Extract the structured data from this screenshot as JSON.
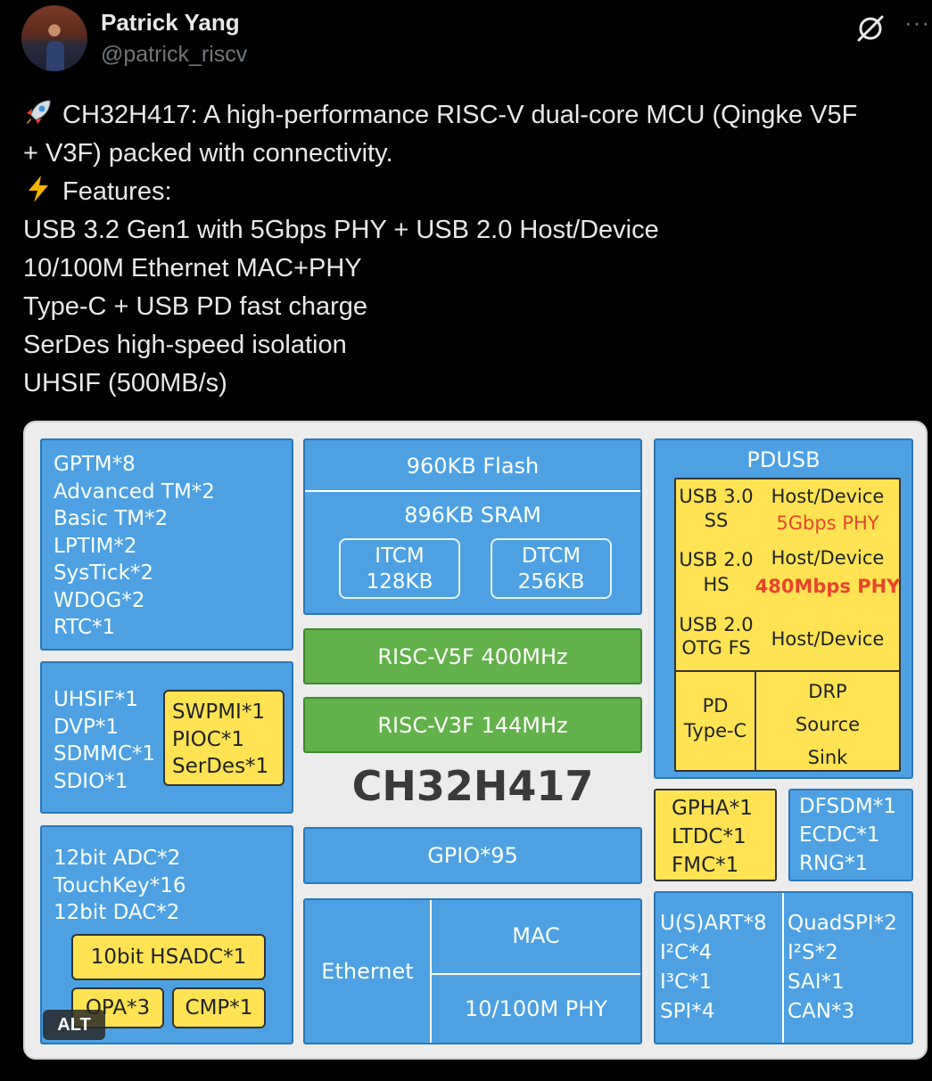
{
  "author": {
    "name": "Patrick Yang",
    "handle": "@patrick_riscv",
    "avatar_icon": "avatar-photo"
  },
  "header_icons": {
    "grok": "grok-icon",
    "more": "···"
  },
  "tweet": {
    "line1_emoji": "rocket-icon",
    "line1": "CH32H417: A high-performance RISC-V dual-core MCU (Qingke V5F",
    "line2": "+ V3F) packed with connectivity.",
    "line3_emoji": "lightning-icon",
    "line3": "Features:",
    "features": [
      "USB 3.2 Gen1 with 5Gbps PHY + USB 2.0 Host/Device",
      "10/100M Ethernet  MAC+PHY",
      "Type-C + USB PD fast charge",
      "SerDes high-speed isolation",
      "UHSIF (500MB/s)"
    ]
  },
  "diagram": {
    "chip_name": "CH32H417",
    "timers": [
      "GPTM*8",
      "Advanced TM*2",
      "Basic TM*2",
      "LPTIM*2",
      "SysTick*2",
      "WDOG*2",
      "RTC*1"
    ],
    "interfaces": [
      "UHSIF*1",
      "DVP*1",
      "SDMMC*1",
      "SDIO*1"
    ],
    "interfaces_yellow": [
      "SWPMI*1",
      "PIOC*1",
      "SerDes*1"
    ],
    "analog": [
      "12bit ADC*2",
      "TouchKey*16",
      "12bit DAC*2"
    ],
    "hsadc": "10bit HSADC*1",
    "opa": "OPA*3",
    "cmp": "CMP*1",
    "flash": "960KB Flash",
    "sram": "896KB SRAM",
    "itcm": [
      "ITCM",
      "128KB"
    ],
    "dtcm": [
      "DTCM",
      "256KB"
    ],
    "core1": "RISC-V5F 400MHz",
    "core2": "RISC-V3F 144MHz",
    "gpio": "GPIO*95",
    "ethernet": "Ethernet",
    "mac": "MAC",
    "phy": "10/100M PHY",
    "pdusb": {
      "title": "PDUSB",
      "rows": [
        {
          "left": [
            "USB 3.0",
            "SS"
          ],
          "right": [
            "Host/Device",
            "5Gbps PHY"
          ]
        },
        {
          "left": [
            "USB 2.0",
            "HS"
          ],
          "right": [
            "Host/Device",
            "480Mbps PHY"
          ]
        },
        {
          "left": [
            "USB 2.0",
            "OTG FS"
          ],
          "right": [
            "Host/Device"
          ]
        }
      ],
      "pd_left": [
        "PD",
        "Type-C"
      ],
      "pd_right": [
        "DRP",
        "Source",
        "Sink"
      ]
    },
    "graphics": [
      "GPHA*1",
      "LTDC*1",
      "FMC*1"
    ],
    "security": [
      "DFSDM*1",
      "ECDC*1",
      "RNG*1"
    ],
    "serial_left": [
      "U(S)ART*8",
      "I²C*4",
      "I³C*1",
      "SPI*4"
    ],
    "serial_right": [
      "QuadSPI*2",
      "I²S*2",
      "SAI*1",
      "CAN*3"
    ],
    "colors": {
      "blue": "#4da1e3",
      "green": "#62b14b",
      "yellow": "#ffe352",
      "red": "#e8452c"
    }
  },
  "alt_badge": "ALT"
}
